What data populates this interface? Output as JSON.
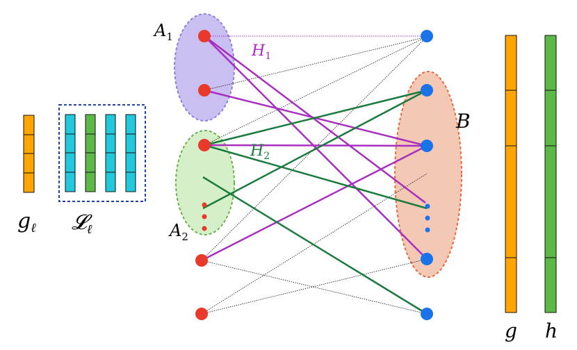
{
  "labels": {
    "A1": "A",
    "A1_sub": "1",
    "A2": "A",
    "A2_sub": "2",
    "B": "B",
    "H1": "H",
    "H1_sub": "1",
    "H2": "H",
    "H2_sub": "2",
    "g_ell": "g",
    "g_ell_sub": "ℓ",
    "L_ell": "𝓛",
    "L_ell_sub": "ℓ",
    "g": "g",
    "h": "h"
  },
  "colors": {
    "red_node": "#e8392a",
    "blue_node": "#1a73e8",
    "H1_edge": "#a82ec0",
    "H2_edge": "#1b7a3e",
    "H1_text": "#b023c9",
    "H2_text": "#1b7a3e",
    "A1_fill": "#c9bff0",
    "A1_border": "#8f7fe3",
    "A2_fill": "#d5f0c8",
    "A2_border": "#6ab04c",
    "B_fill": "#f3c9b5",
    "B_border": "#e46a3f",
    "orange_bar": "#ffa500",
    "green_bar": "#5cb947",
    "cyan_bar": "#22c8dc",
    "box_border": "#1f3fa8"
  }
}
